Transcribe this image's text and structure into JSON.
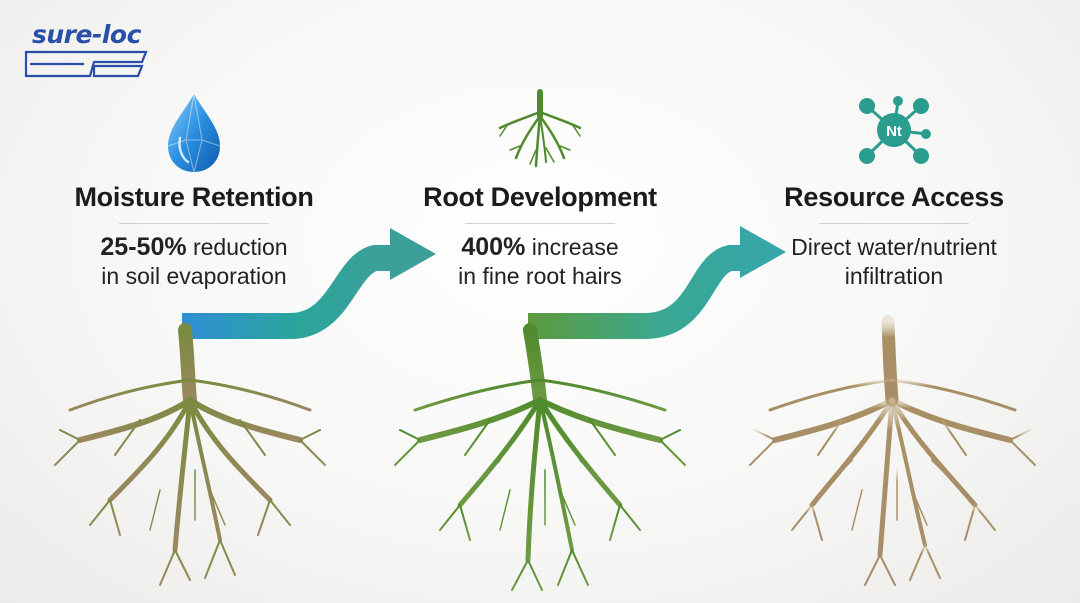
{
  "brand": {
    "logo_text": "sure-loc",
    "color": "#2a4fa8"
  },
  "columns": [
    {
      "icon": "water-drop-icon",
      "title": "Moisture Retention",
      "highlight": "25-50%",
      "line1_rest": " reduction",
      "line2": "in soil evaporation",
      "root_color": "#8a7a46"
    },
    {
      "icon": "root-icon",
      "title": "Root Development",
      "highlight": "400%",
      "line1_rest": " increase",
      "line2": "in fine root hairs",
      "root_color": "#5f8a34"
    },
    {
      "icon": "nutrient-molecule-icon",
      "icon_label": "Nt",
      "title": "Resource Access",
      "highlight": "",
      "line1_rest": "Direct water/nutrient",
      "line2": "infiltration",
      "root_color": "#a08a5c"
    }
  ],
  "colors": {
    "arrow_start": "#2f8fd6",
    "arrow_mid": "#2aa59a",
    "arrow_end": "#3d9f9a",
    "arrow2_start": "#5e9a3c",
    "molecule": "#2a9d8f"
  }
}
